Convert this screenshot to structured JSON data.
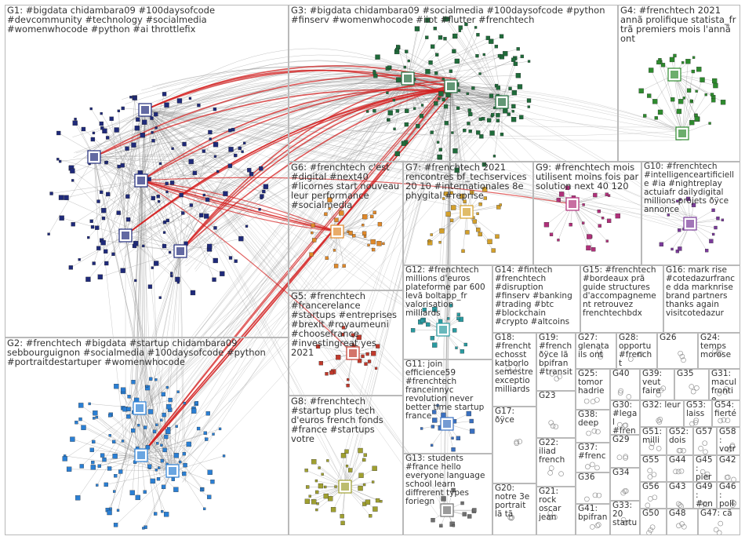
{
  "groups": [
    {
      "id": "G1",
      "label": "G1: #bigdata chidambara09 #100daysofcode #devcommunity #technology #socialmedia #womenwhocode #python #ai throttlefix"
    },
    {
      "id": "G2",
      "label": "G2: #frenchtech #bigdata #startup chidambara09 sebbourguignon #socialmedia #100daysofcode #python #portraitdestartuper #womenwhocode"
    },
    {
      "id": "G3",
      "label": "G3: #bigdata chidambara09 #socialmedia #100daysofcode #python #finserv #womenwhocode #iiot #flutter #frenchtech"
    },
    {
      "id": "G4",
      "label": "G4: #frenchtech 2021 annã prolifique statista_fr trã premiers mois l'annã ont"
    },
    {
      "id": "G5",
      "label": "G5: #frenchtech #francerelance #startups #entreprises #brexit #royaumeuni #choosefrance #investingreat yes 2021"
    },
    {
      "id": "G6",
      "label": "G6: #frenchtech c'est #digital #next40 #licornes start nouveau leur performance #socialmedia"
    },
    {
      "id": "G7",
      "label": "G7: #frenchtech 2021 rencontres bf_techservices 20 10 #internationales 8e phygital #reprise"
    },
    {
      "id": "G8",
      "label": "G8: #frenchtech #startup plus tech d'euros french fonds #france #startups votre"
    },
    {
      "id": "G9",
      "label": "G9: #frenchtech mois utilisent moins fois par solution next 40 120"
    },
    {
      "id": "G10",
      "label": "G10: #frenchtech #intelligenceartificielle #ia #nightreplay actuiafr dailydigital millions projets ðÿce annonce"
    },
    {
      "id": "G11",
      "label": "G11: join efficience59 #frenchtech franceinnyc revolution never better time startup france"
    },
    {
      "id": "G12",
      "label": "G12: #frenchtech millions d'euros plateforme par 600 levã boltapp_fr valorisation milliards"
    },
    {
      "id": "G13",
      "label": "G13: students #france hello everyone language school learn diffrerent types foriegn"
    },
    {
      "id": "G14",
      "label": "G14: #fintech #frenchtech #disruption #finserv #banking #trading #btc #blockchain #crypto #altcoins"
    },
    {
      "id": "G15",
      "label": "G15: #frenchtech #bordeaux prã guide structures d'accompagnement retrouvez frenchtechbdx"
    },
    {
      "id": "G16",
      "label": "G16: mark rise #cotedazurfrance dda marknrise brand partners thanks again visitcotedazur"
    },
    {
      "id": "G17",
      "label": "G17: ðÿce"
    },
    {
      "id": "G18",
      "label": "G18: #frencht echosst katborlo semestre exceptio milliards"
    },
    {
      "id": "G19",
      "label": "G19: #french ðÿce lã bpifran #transit"
    },
    {
      "id": "G20",
      "label": "G20: notre 3e portrait lã tã"
    },
    {
      "id": "G21",
      "label": "G21: rock oscar jean"
    },
    {
      "id": "G22",
      "label": "G22: iliad french"
    },
    {
      "id": "G23",
      "label": "G23"
    },
    {
      "id": "G24",
      "label": "G24: temps morose"
    },
    {
      "id": "G25",
      "label": "G25: tomor hadrie"
    },
    {
      "id": "G26",
      "label": "G26"
    },
    {
      "id": "G27",
      "label": "G27: glenata ils ont"
    },
    {
      "id": "G28",
      "label": "G28: opportu #frencht"
    },
    {
      "id": "G29",
      "label": "G29"
    },
    {
      "id": "G30",
      "label": "G30: #legal #frenc"
    },
    {
      "id": "G31",
      "label": "G31: macul frontie"
    },
    {
      "id": "G32",
      "label": "G32: leur"
    },
    {
      "id": "G33",
      "label": "G33: 20 startu"
    },
    {
      "id": "G34",
      "label": "G34"
    },
    {
      "id": "G35",
      "label": "G35"
    },
    {
      "id": "G36",
      "label": "G36"
    },
    {
      "id": "G37",
      "label": "G37: #frenc"
    },
    {
      "id": "G38",
      "label": "G38: deep"
    },
    {
      "id": "G39",
      "label": "G39: veut faire"
    },
    {
      "id": "G40",
      "label": "G40"
    },
    {
      "id": "G41",
      "label": "G41: bpifran"
    },
    {
      "id": "G42",
      "label": "G42"
    },
    {
      "id": "G43",
      "label": "G43"
    },
    {
      "id": "G44",
      "label": "G44"
    },
    {
      "id": "G45",
      "label": "G45: pier"
    },
    {
      "id": "G46",
      "label": "G46: poll"
    },
    {
      "id": "G47",
      "label": "G47: cã"
    },
    {
      "id": "G48",
      "label": "G48"
    },
    {
      "id": "G49",
      "label": "G49: #on"
    },
    {
      "id": "G50",
      "label": "G50"
    },
    {
      "id": "G51",
      "label": "G51: milli"
    },
    {
      "id": "G52",
      "label": "G52: dois"
    },
    {
      "id": "G53",
      "label": "G53: laiss"
    },
    {
      "id": "G54",
      "label": "G54: fierté"
    },
    {
      "id": "G55",
      "label": "G55"
    },
    {
      "id": "G56",
      "label": "G56"
    },
    {
      "id": "G57",
      "label": "G57"
    },
    {
      "id": "G58",
      "label": "G58: votr"
    }
  ],
  "colors": {
    "border": "#b9b9b9",
    "edge_gray": "#8a8a8a",
    "edge_red": "#d42020",
    "g1_node": "#1f2a7a",
    "g2_node": "#2a7fd4",
    "g3_node": "#1f6b3a",
    "g4_node": "#2e8b2e",
    "g6_node": "#e0892a",
    "g7_node": "#d4a02a",
    "g9_node": "#b0307a",
    "g10_node": "#7a3a9a",
    "g12_node": "#2a9aa0",
    "g8_node": "#a0a030"
  }
}
